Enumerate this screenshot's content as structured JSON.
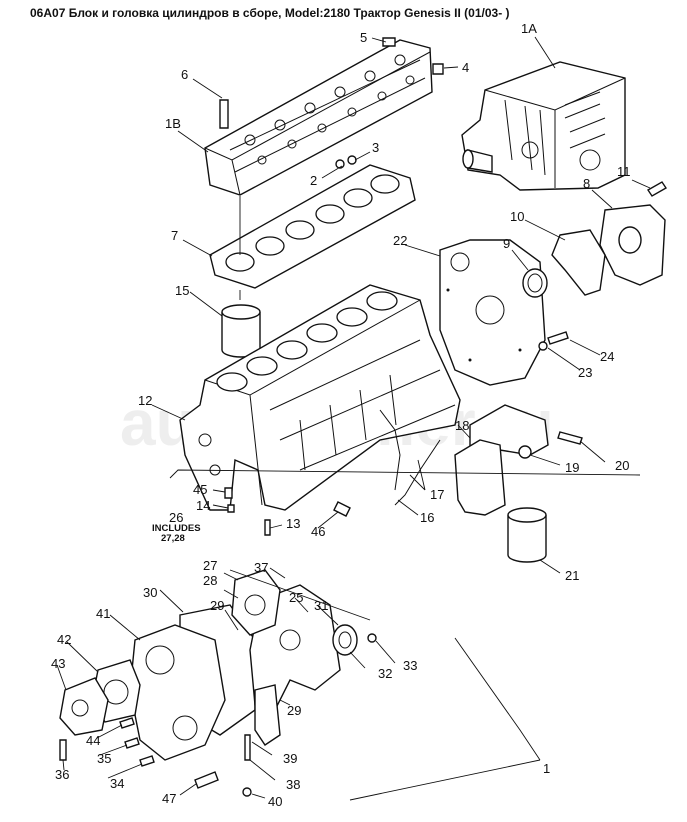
{
  "title": "06A07 Блок и головка цилиндров в сборе, Model:2180 Трактор Genesis II (01/03- )",
  "watermark": "autopartner.ru",
  "labels": {
    "p1A": "1A",
    "p1B": "1B",
    "p1": "1",
    "p2": "2",
    "p3": "3",
    "p4": "4",
    "p5": "5",
    "p6": "6",
    "p7": "7",
    "p8": "8",
    "p9": "9",
    "p10": "10",
    "p11": "11",
    "p12": "12",
    "p13": "13",
    "p14": "14",
    "p15": "15",
    "p16": "16",
    "p17": "17",
    "p18": "18",
    "p19": "19",
    "p20": "20",
    "p21": "21",
    "p22": "22",
    "p23": "23",
    "p24": "24",
    "p25": "25",
    "p26": "26",
    "p26_note1": "INCLUDES",
    "p26_note2": "27,28",
    "p27": "27",
    "p28": "28",
    "p29a": "29",
    "p29b": "29",
    "p30": "30",
    "p31": "31",
    "p32": "32",
    "p33": "33",
    "p34": "34",
    "p35": "35",
    "p36": "36",
    "p37": "37",
    "p38": "38",
    "p39": "39",
    "p40": "40",
    "p41": "41",
    "p42": "42",
    "p43": "43",
    "p44": "44",
    "p45": "45",
    "p46": "46",
    "p47": "47"
  }
}
